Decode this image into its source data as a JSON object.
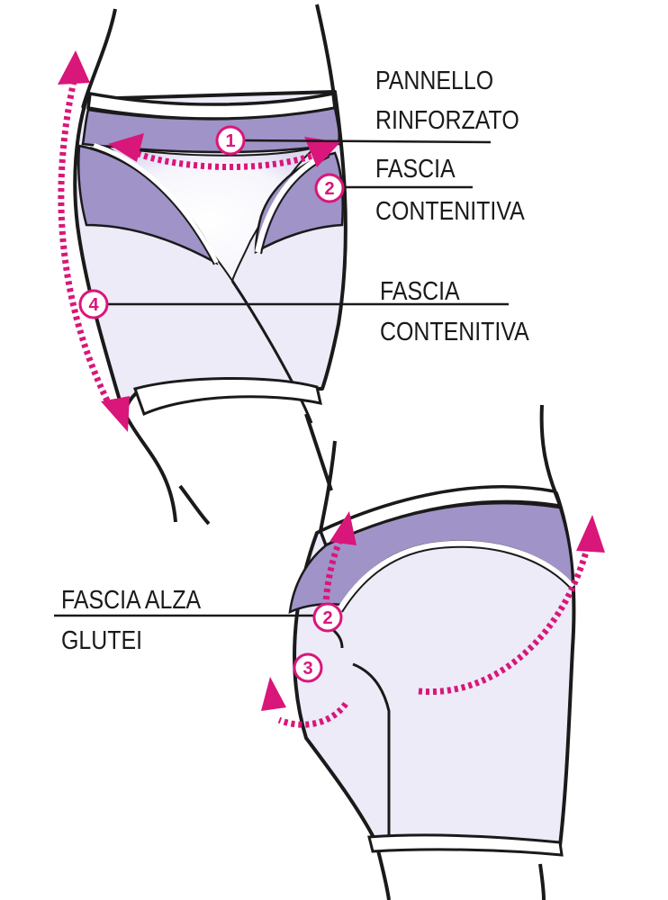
{
  "colors": {
    "outline": "#1a1a1a",
    "garment": "#ecebf7",
    "panel": "#ffffff",
    "band": "#a093c7",
    "arrow": "#d9167a",
    "leader": "#1a1a1a"
  },
  "labels": {
    "pannello_rinforzato": {
      "line1": "PANNELLO",
      "line2": "RINFORZATO"
    },
    "fascia_contenitiva_front": {
      "line1": "FASCIA",
      "line2": "CONTENITIVA"
    },
    "fascia_contenitiva_side": {
      "line1": "FASCIA",
      "line2": "CONTENITIVA"
    },
    "fascia_alza_glutei": {
      "line1": "FASCIA ALZA",
      "line2": "GLUTEI"
    }
  },
  "markers": {
    "m1_front": "1",
    "m2_front": "2",
    "m4_side": "4",
    "m2_back": "2",
    "m3_back": "3"
  }
}
